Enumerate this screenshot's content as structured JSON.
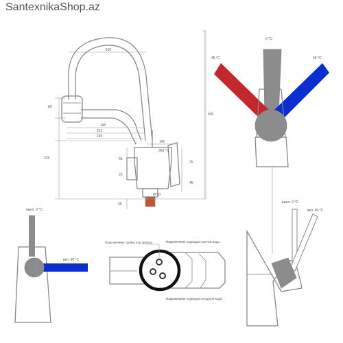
{
  "watermark": "SantexnikaShop.az",
  "colors": {
    "hot": "#c1272d",
    "cold": "#0a2ed0",
    "body_gray": "#8c8c8c",
    "line": "#777777"
  },
  "front_view": {
    "dims": {
      "spout_reach": "510",
      "height_80": "80",
      "d195": "195",
      "d221": "221",
      "d245": "245",
      "d142": "142",
      "rot360": "360 °C",
      "h225": "225",
      "h65": "65",
      "h25": "25",
      "h75": "75",
      "h45_body": "45",
      "h45_base": "45",
      "total_430": "430",
      "diam50": "Ø 50"
    }
  },
  "side_view": {
    "angle_center": "0 °C",
    "angle_left": "45 °C",
    "angle_right": "45 °C"
  },
  "bottom_left": {
    "label_off": "выкл. 0 °C",
    "label_on": "вкл. 90 °C"
  },
  "bottom_right": {
    "label_off": "выкл. 0 °C",
    "label_on": "вкл. 45 °C"
  },
  "base_view": {
    "filter_label": "Подключение трубки под фильтр",
    "hot_label": "Подключение подводки горячей воды",
    "cold_label": "Подключение подводки холодной воды"
  }
}
